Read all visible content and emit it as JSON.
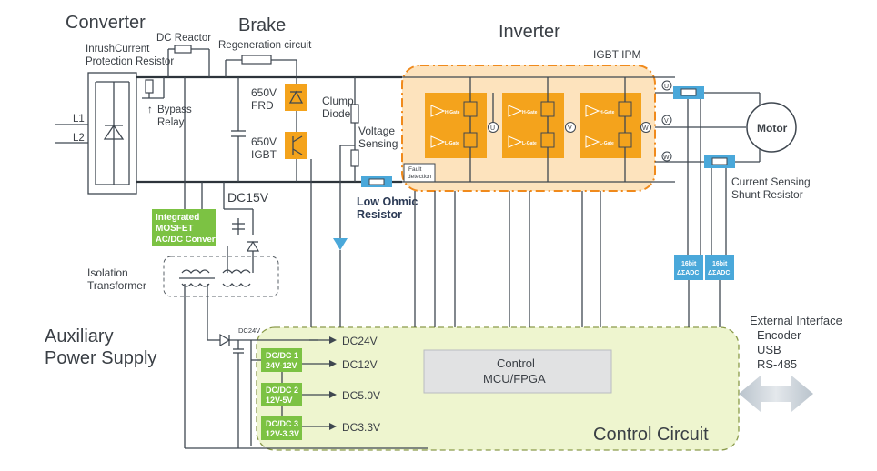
{
  "sections": {
    "converter": "Converter",
    "brake": "Brake",
    "inverter": "Inverter",
    "auxiliary_line1": "Auxiliary",
    "auxiliary_line2": "Power Supply",
    "control_circuit": "Control Circuit"
  },
  "labels": {
    "dc_reactor": "DC Reactor",
    "inrush_line1": "InrushCurrent",
    "inrush_line2": "Protection Resistor",
    "bypass_line1": "Bypass",
    "bypass_line2": "Relay",
    "l1": "L1",
    "l2": "L2",
    "regen": "Regeneration circuit",
    "frd_line1": "650V",
    "frd_line2": "FRD",
    "igbt_line1": "650V",
    "igbt_line2": "IGBT",
    "clump_line1": "Clump",
    "clump_line2": "Diode",
    "voltage_line1": "Voltage",
    "voltage_line2": "Sensing",
    "fault_line1": "Fault",
    "fault_line2": "detection",
    "low_ohmic_line1": "Low Ohmic",
    "low_ohmic_line2": "Resistor",
    "igbt_ipm": "IGBT IPM",
    "dc15v": "DC15V",
    "mosfet_line1": "Integrated",
    "mosfet_line2": "MOSFET",
    "mosfet_line3": "AC/DC Converter",
    "isolation_line1": "Isolation",
    "isolation_line2": "Transformer",
    "dc24v_small": "DC24V",
    "motor": "Motor",
    "current_sensing_line1": "Current Sensing",
    "current_sensing_line2": "Shunt Resistor",
    "adc_line1": "16bit",
    "adc_line2": "ΔΣADC",
    "control_mcu_line1": "Control",
    "control_mcu_line2": "MCU/FPGA",
    "external_line1": "External Interface",
    "external_line2": "Encoder",
    "external_line3": "USB",
    "external_line4": "RS-485",
    "phase_u": "U",
    "phase_v": "V",
    "phase_w": "W",
    "h_gate": "H-Gate",
    "l_gate": "L-Gate"
  },
  "dcdc": [
    {
      "line1": "DC/DC 1",
      "line2": "24V-12V"
    },
    {
      "line1": "DC/DC 2",
      "line2": "12V-5V"
    },
    {
      "line1": "DC/DC 3",
      "line2": "12V-3.3V"
    }
  ],
  "rails": [
    "DC24V",
    "DC12V",
    "DC5.0V",
    "DC3.3V"
  ],
  "colors": {
    "orange": "#f4a31c",
    "orange_light": "#fde3bd",
    "orange_dash": "#f08a1c",
    "green": "#7cc243",
    "yellow_green": "#eef5cf",
    "blue": "#4aa8da",
    "gray_box": "#e1e2e3",
    "line": "#3f4750"
  }
}
